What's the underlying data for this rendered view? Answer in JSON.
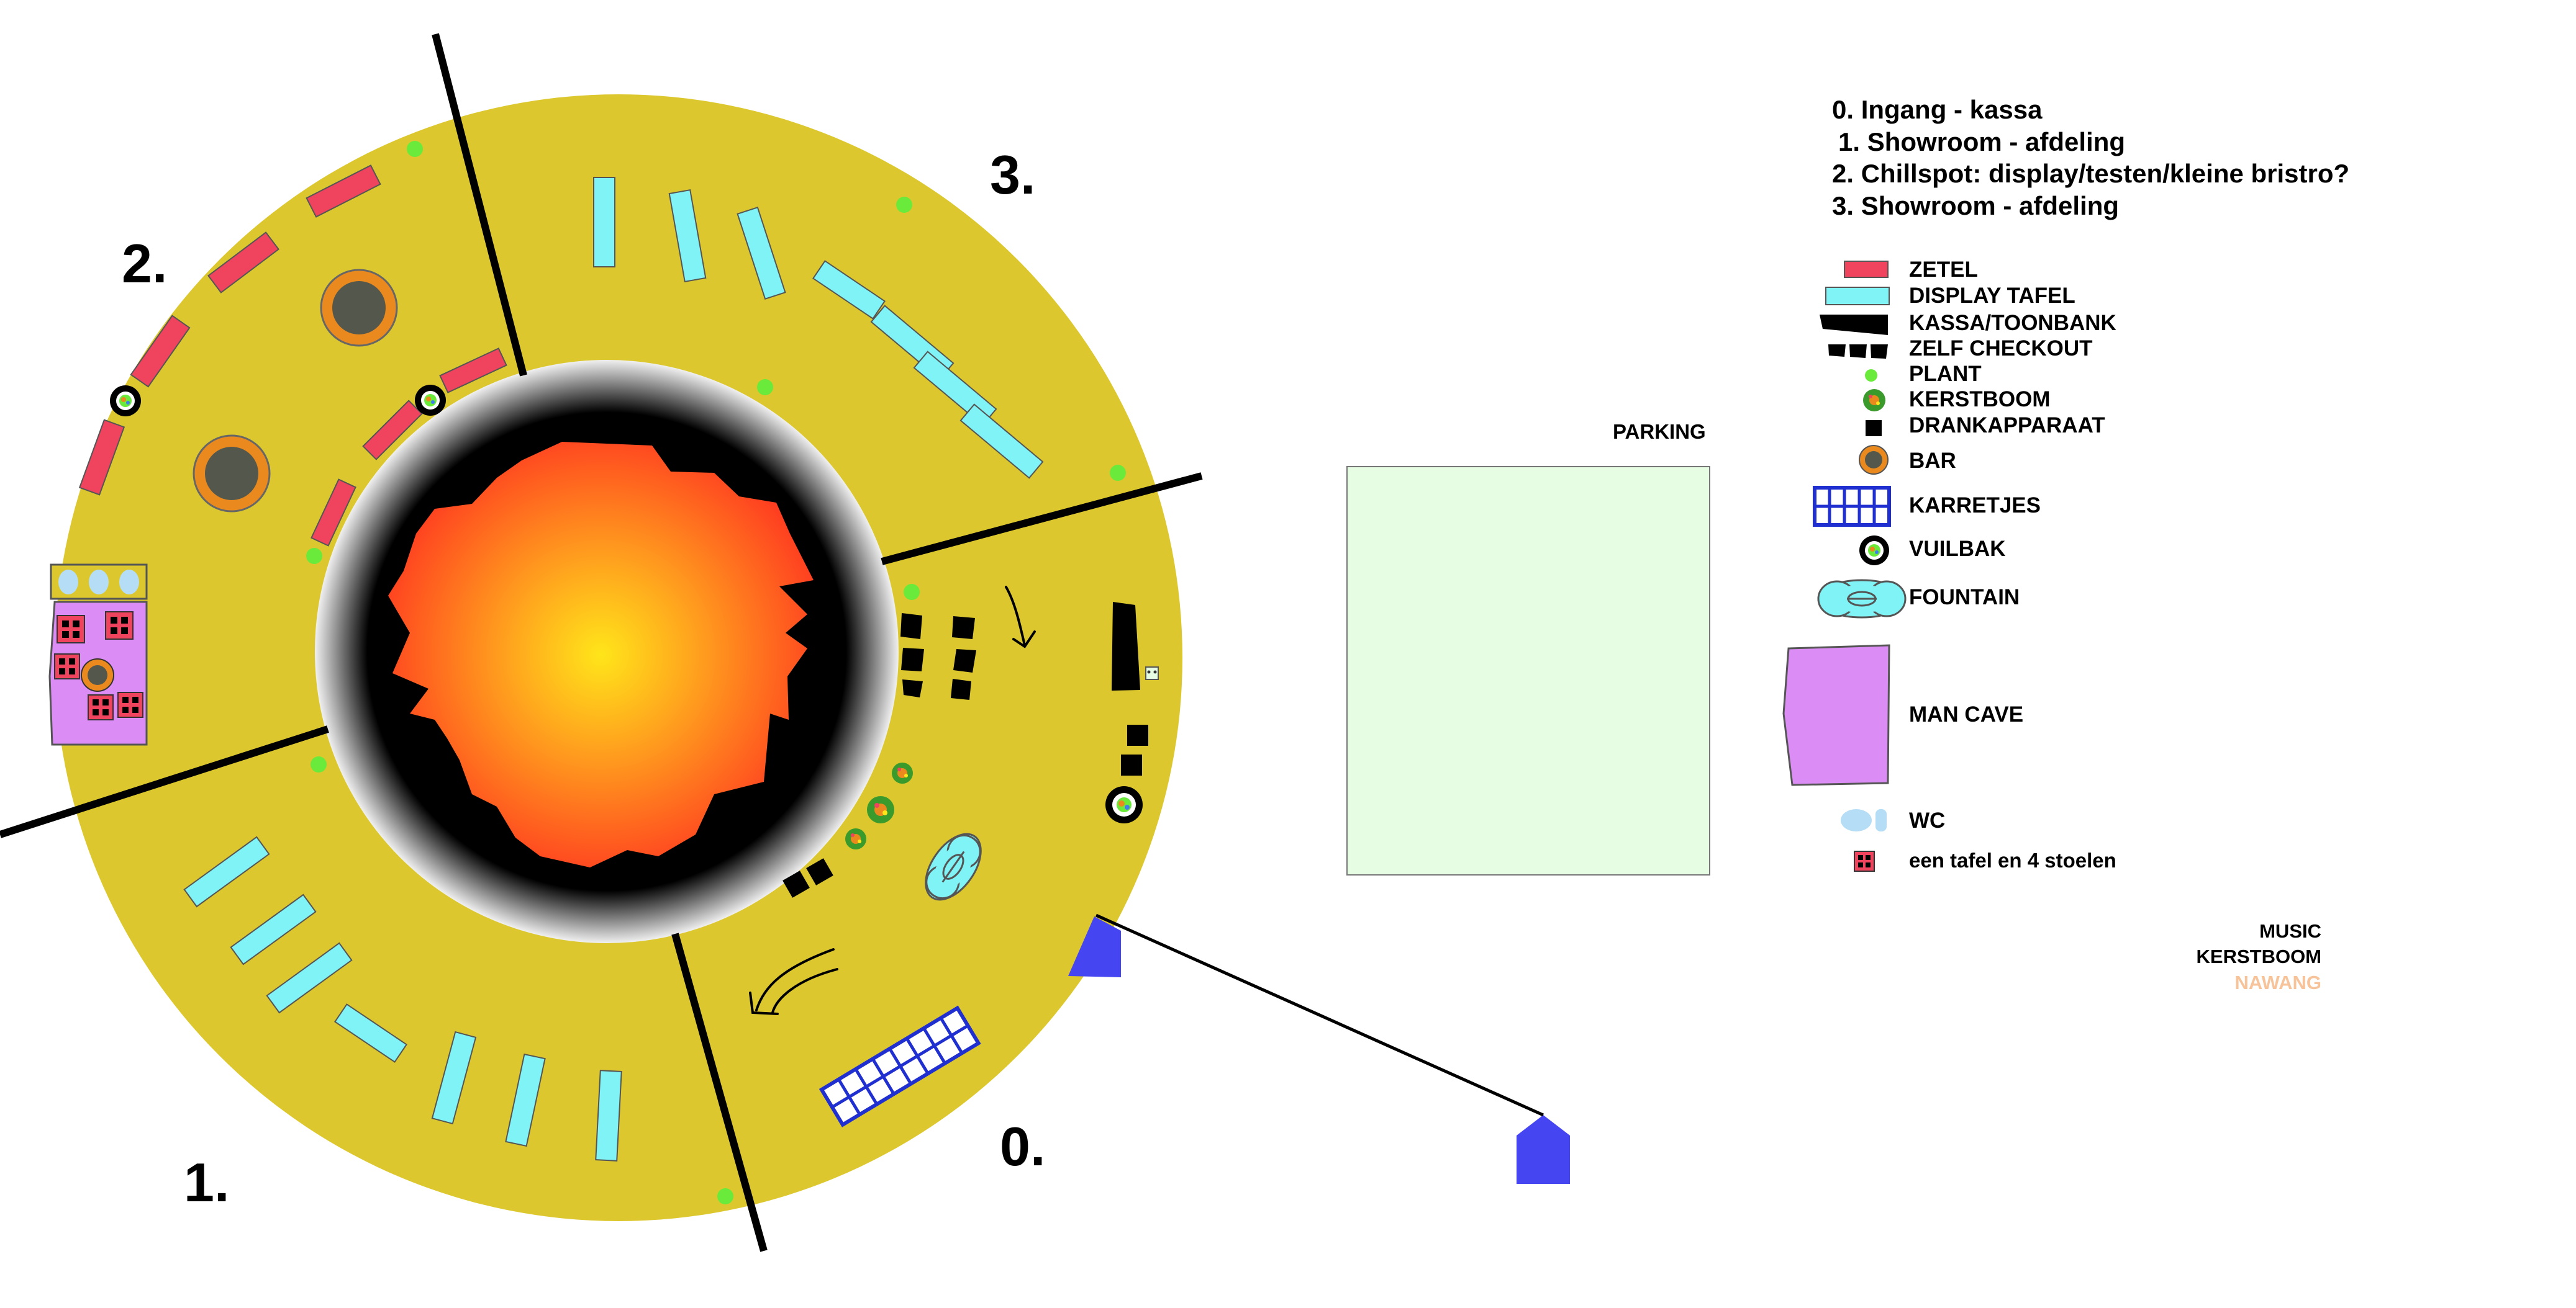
{
  "zones": [
    {
      "id": "0",
      "label": "0."
    },
    {
      "id": "1",
      "label": "1."
    },
    {
      "id": "2",
      "label": "2."
    },
    {
      "id": "3",
      "label": "3."
    }
  ],
  "sections": [
    "0. Ingang - kassa",
    "1. Showroom - afdeling",
    "2. Chillspot: display/testen/kleine bristro?",
    "3. Showroom - afdeling"
  ],
  "legend": [
    {
      "key": "zetel",
      "label": "ZETEL"
    },
    {
      "key": "display",
      "label": "DISPLAY TAFEL"
    },
    {
      "key": "kassa",
      "label": "KASSA/TOONBANK"
    },
    {
      "key": "checkout",
      "label": "ZELF CHECKOUT"
    },
    {
      "key": "plant",
      "label": "PLANT"
    },
    {
      "key": "kerstboom",
      "label": "KERSTBOOM"
    },
    {
      "key": "drank",
      "label": "DRANKAPPARAAT"
    },
    {
      "key": "bar",
      "label": "BAR"
    },
    {
      "key": "karretjes",
      "label": "KARRETJES"
    },
    {
      "key": "vuilbak",
      "label": "VUILBAK"
    },
    {
      "key": "fountain",
      "label": "FOUNTAIN"
    },
    {
      "key": "mancave",
      "label": "MAN CAVE"
    },
    {
      "key": "wc",
      "label": "WC"
    },
    {
      "key": "tafel",
      "label": "een tafel en 4 stoelen"
    }
  ],
  "parking": {
    "label": "PARKING"
  },
  "credits": {
    "line1": "MUSIC",
    "line2": "KERSTBOOM",
    "line3": "NAWANG"
  },
  "colors": {
    "ring": "#dcc82e",
    "zetel": "#f0435d",
    "display": "#7ff3f5",
    "plant": "#6aea3a",
    "bar_outer": "#ea8a1e",
    "bar_inner": "#54584c",
    "karretjes": "#1f2fd0",
    "entrance": "#4545f2",
    "mancave": "#db8cf5",
    "wc": "#b5ddf5",
    "parking": "#e6fde4",
    "nawang": "#f7c39b"
  }
}
